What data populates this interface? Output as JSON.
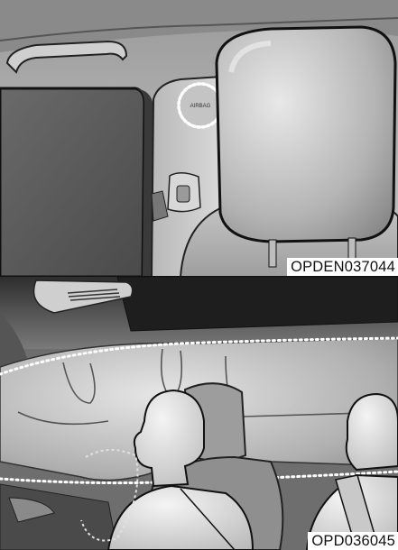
{
  "figures": [
    {
      "id": "roof-pillar-airbag",
      "caption": "OPDEN037044",
      "callout_label": "AIRBAG"
    },
    {
      "id": "curtain-airbag-deployed",
      "caption": "OPD036045"
    }
  ],
  "colors": {
    "background": "#ffffff",
    "line": "#111111",
    "highlight_dots": "#ffffff"
  }
}
